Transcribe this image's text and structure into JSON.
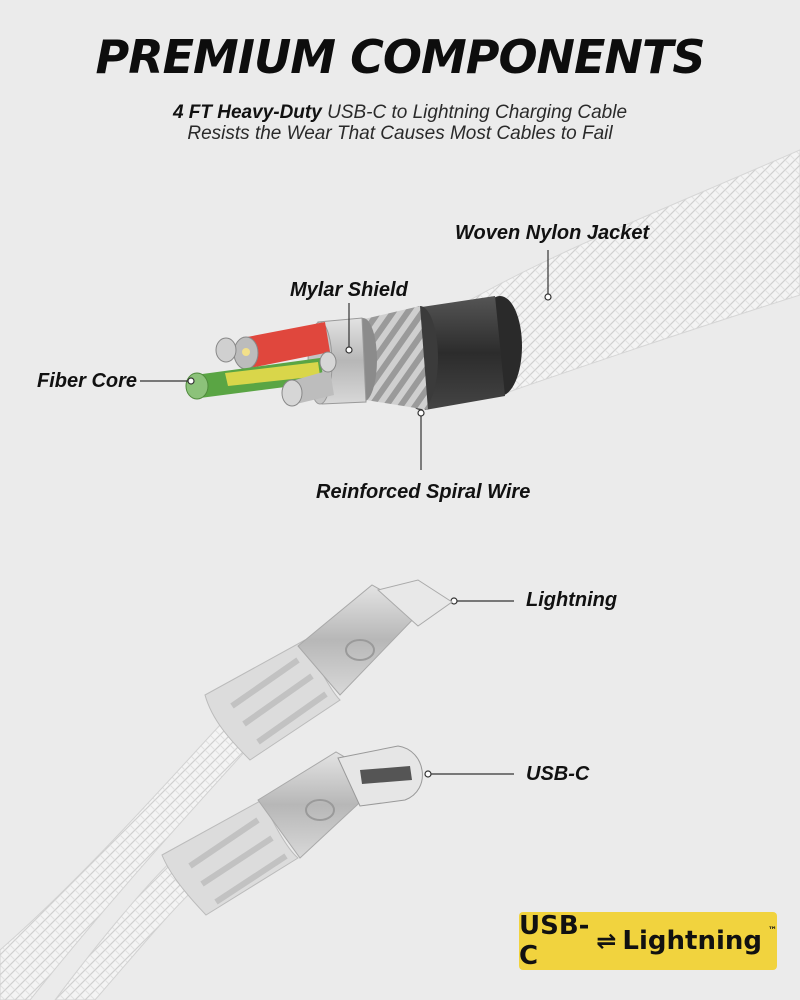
{
  "header": {
    "title": "PREMIUM COMPONENTS",
    "subtitle_bold": "4 FT Heavy-Duty",
    "subtitle_rest": " USB-C to Lightning Charging Cable",
    "subtitle_line2": "Resists the Wear That Causes Most Cables to Fail"
  },
  "callouts": {
    "woven_jacket": "Woven Nylon Jacket",
    "mylar_shield": "Mylar Shield",
    "fiber_core": "Fiber Core",
    "spiral_wire": "Reinforced Spiral Wire",
    "lightning": "Lightning",
    "usbc": "USB-C"
  },
  "badge": {
    "left": "USB-C",
    "arrows": "⇌",
    "right": "Lightning",
    "tm": "™",
    "color": "#f1d33e"
  },
  "colors": {
    "background": "#ebebeb",
    "wire_red": "#e0473d",
    "wire_green": "#5aa544",
    "wire_yellow": "#d9d64a",
    "jacket": "#f4f4f4",
    "shield": "#3a3a3a"
  }
}
